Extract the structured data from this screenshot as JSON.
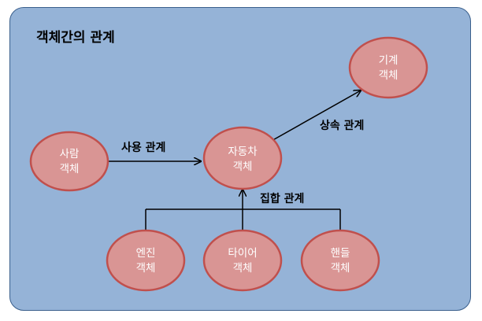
{
  "title": "객체간의 관계",
  "colors": {
    "panel_fill": "#95b3d7",
    "panel_border": "#3a5f8c",
    "node_fill": "#d99594",
    "node_border": "#c0504d",
    "node_text": "#ffffff",
    "edge": "#000000"
  },
  "nodes": {
    "person": {
      "line1": "사람",
      "line2": "객체"
    },
    "car": {
      "line1": "자동차",
      "line2": "객체"
    },
    "machine": {
      "line1": "기계",
      "line2": "객체"
    },
    "engine": {
      "line1": "엔진",
      "line2": "객체"
    },
    "tire": {
      "line1": "타이어",
      "line2": "객체"
    },
    "handle": {
      "line1": "핸들",
      "line2": "객체"
    }
  },
  "edges": {
    "use": {
      "label": "사용 관계"
    },
    "inherit": {
      "label": "상속 관계"
    },
    "aggregate": {
      "label": "집합 관계"
    }
  }
}
